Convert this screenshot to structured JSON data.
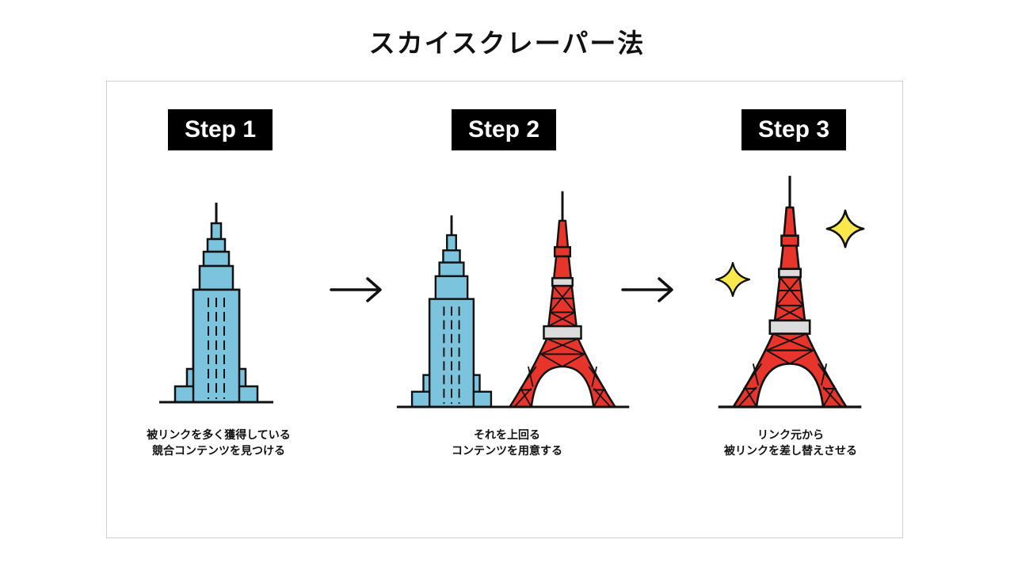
{
  "title": "スカイスクレーパー法",
  "steps": [
    {
      "label": "Step 1",
      "caption_lines": [
        "被リンクを多く獲得している",
        "競合コンテンツを見つける"
      ]
    },
    {
      "label": "Step 2",
      "caption_lines": [
        "それを上回る",
        "コンテンツを用意する"
      ]
    },
    {
      "label": "Step 3",
      "caption_lines": [
        "リンク元から",
        "被リンクを差し替えさせる"
      ]
    }
  ],
  "icons": [
    "skyscraper-icon",
    "arrow-right-icon",
    "tokyo-tower-icon",
    "sparkle-icon"
  ],
  "colors": {
    "skyscraper": "#7cc4de",
    "tower": "#e8352b",
    "tower_band": "#dcdcdc",
    "sparkle": "#fbe84a",
    "badge": "#000000",
    "outline": "#111111"
  }
}
